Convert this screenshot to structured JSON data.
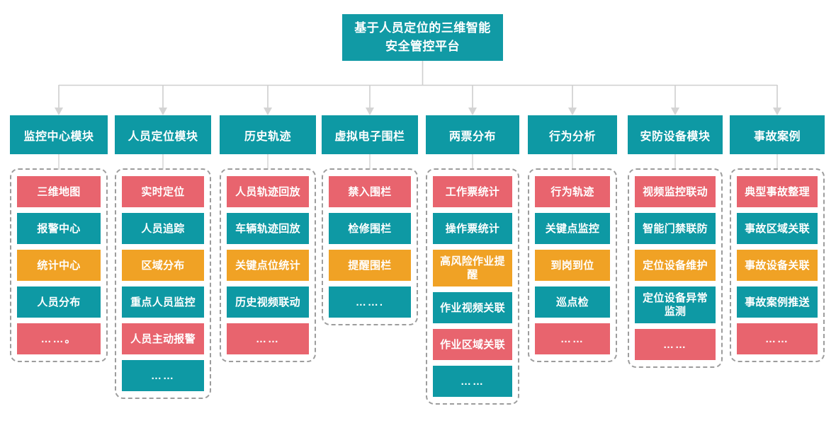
{
  "root": {
    "title": "基于人员定位的三维智能安全管控平台"
  },
  "colors": {
    "teal": "#0E99A4",
    "red": "#E8646E",
    "orange": "#F0A225",
    "dashed_border": "#9d9d9d",
    "connector": "#cfcfcf",
    "text": "#ffffff",
    "background": "#ffffff"
  },
  "columns": [
    {
      "head": "监控中心模块",
      "items": [
        {
          "label": "三维地图",
          "color": "red"
        },
        {
          "label": "报警中心",
          "color": "teal"
        },
        {
          "label": "统计中心",
          "color": "orange"
        },
        {
          "label": "人员分布",
          "color": "teal"
        },
        {
          "label": "……。",
          "color": "red"
        }
      ]
    },
    {
      "head": "人员定位模块",
      "items": [
        {
          "label": "实时定位",
          "color": "red"
        },
        {
          "label": "人员追踪",
          "color": "teal"
        },
        {
          "label": "区域分布",
          "color": "orange"
        },
        {
          "label": "重点人员监控",
          "color": "teal"
        },
        {
          "label": "人员主动报警",
          "color": "red"
        },
        {
          "label": "……",
          "color": "teal"
        }
      ]
    },
    {
      "head": "历史轨迹",
      "items": [
        {
          "label": "人员轨迹回放",
          "color": "red"
        },
        {
          "label": "车辆轨迹回放",
          "color": "teal"
        },
        {
          "label": "关键点位统计",
          "color": "orange"
        },
        {
          "label": "历史视频联动",
          "color": "teal"
        },
        {
          "label": "……",
          "color": "red"
        }
      ]
    },
    {
      "head": "虚拟电子围栏",
      "items": [
        {
          "label": "禁入围栏",
          "color": "red"
        },
        {
          "label": "检修围栏",
          "color": "teal"
        },
        {
          "label": "提醒围栏",
          "color": "orange"
        },
        {
          "label": "…….",
          "color": "teal"
        }
      ]
    },
    {
      "head": "两票分布",
      "items": [
        {
          "label": "工作票统计",
          "color": "red"
        },
        {
          "label": "操作票统计",
          "color": "teal"
        },
        {
          "label": "高风险作业提醒",
          "color": "orange"
        },
        {
          "label": "作业视频关联",
          "color": "teal"
        },
        {
          "label": "作业区域关联",
          "color": "red"
        },
        {
          "label": "……",
          "color": "teal"
        }
      ]
    },
    {
      "head": "行为分析",
      "items": [
        {
          "label": "行为轨迹",
          "color": "red"
        },
        {
          "label": "关键点监控",
          "color": "teal"
        },
        {
          "label": "到岗到位",
          "color": "orange"
        },
        {
          "label": "巡点检",
          "color": "teal"
        },
        {
          "label": "……",
          "color": "red"
        }
      ]
    },
    {
      "head": "安防设备模块",
      "items": [
        {
          "label": "视频监控联动",
          "color": "red"
        },
        {
          "label": "智能门禁联防",
          "color": "teal"
        },
        {
          "label": "定位设备维护",
          "color": "orange"
        },
        {
          "label": "定位设备异常监测",
          "color": "teal"
        },
        {
          "label": "……",
          "color": "red"
        }
      ]
    },
    {
      "head": "事故案例",
      "items": [
        {
          "label": "典型事故整理",
          "color": "red"
        },
        {
          "label": "事故区域关联",
          "color": "teal"
        },
        {
          "label": "事故设备关联",
          "color": "orange"
        },
        {
          "label": "事故案例推送",
          "color": "teal"
        },
        {
          "label": "……",
          "color": "red"
        }
      ]
    }
  ],
  "layout": {
    "column_x": [
      14,
      162,
      310,
      454,
      601,
      745,
      886,
      1030
    ],
    "column_w": [
      138,
      136,
      136,
      136,
      132,
      126,
      134,
      134
    ],
    "tall_item_index": {
      "4": 2,
      "6": 3
    }
  }
}
